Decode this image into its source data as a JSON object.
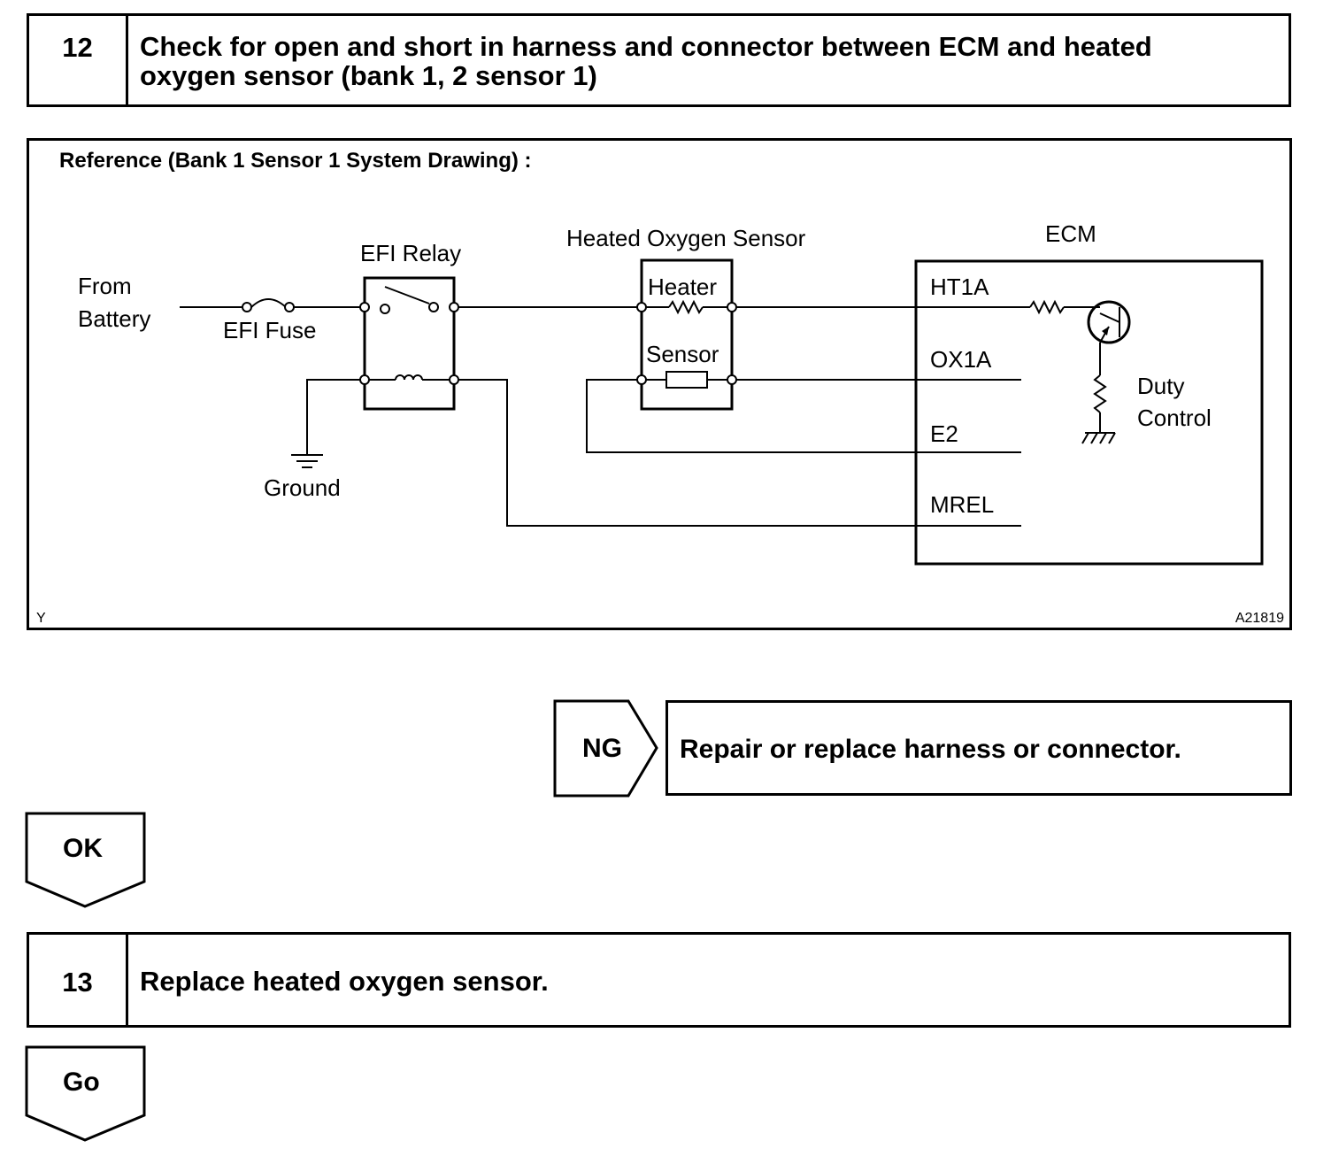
{
  "step12": {
    "number": "12",
    "title_line1": "Check for open and short in harness and connector between ECM and heated",
    "title_line2": "oxygen sensor (bank 1, 2 sensor 1)"
  },
  "diagram": {
    "reference_title": "Reference (Bank 1 Sensor 1 System Drawing) :",
    "from_battery_line1": "From",
    "from_battery_line2": "Battery",
    "efi_fuse": "EFI Fuse",
    "efi_relay": "EFI Relay",
    "ground": "Ground",
    "heated_oxygen_sensor": "Heated Oxygen Sensor",
    "heater": "Heater",
    "sensor": "Sensor",
    "ecm": "ECM",
    "pins": [
      "HT1A",
      "OX1A",
      "E2",
      "MREL"
    ],
    "duty_control_line1": "Duty",
    "duty_control_line2": "Control",
    "corner_left": "Y",
    "figure_id": "A21819"
  },
  "ng_branch": {
    "label": "NG",
    "action": "Repair or replace harness or connector."
  },
  "ok_branch": {
    "label": "OK"
  },
  "step13": {
    "number": "13",
    "title": "Replace heated oxygen sensor."
  },
  "go_branch": {
    "label": "Go"
  }
}
